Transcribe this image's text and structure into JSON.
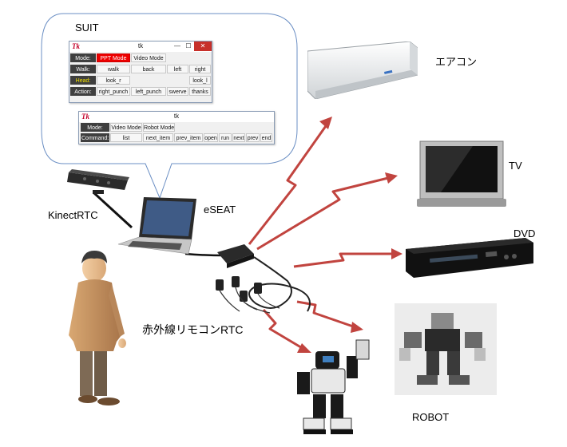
{
  "labels": {
    "suit": "SUIT",
    "kinect": "KinectRTC",
    "eseat": "eSEAT",
    "ir_remote": "赤外線リモコンRTC",
    "aircon": "エアコン",
    "tv": "TV",
    "dvd": "DVD",
    "robot": "ROBOT"
  },
  "window1": {
    "icon": "Tk",
    "title": "tk",
    "minimize": "—",
    "maximize": "☐",
    "close": "✕",
    "rows": [
      {
        "label": "Mode:",
        "cells": [
          "PPT Mode",
          "Video Mode"
        ]
      },
      {
        "label": "Walk:",
        "cells": [
          "walk",
          "back",
          "left",
          "right"
        ]
      },
      {
        "label": "Head:",
        "cells": [
          "look_r",
          "look_l"
        ]
      },
      {
        "label": "Action:",
        "cells": [
          "right_punch",
          "left_punch",
          "swerve",
          "thanks"
        ]
      }
    ]
  },
  "window2": {
    "icon": "Tk",
    "title": "tk",
    "rows": [
      {
        "label": "Mode:",
        "cells": [
          "Video Mode",
          "Robot Mode"
        ]
      },
      {
        "label": "Command:",
        "cells": [
          "list",
          "next_item",
          "prev_item",
          "open",
          "run",
          "next",
          "prev",
          "end"
        ]
      }
    ]
  },
  "colors": {
    "arrow": "#c1443f",
    "active_button": "#ee0000",
    "row_label_bg": "#3f3f3f",
    "head_label": "#f0e000",
    "bubble_border": "#6b8fc4"
  }
}
